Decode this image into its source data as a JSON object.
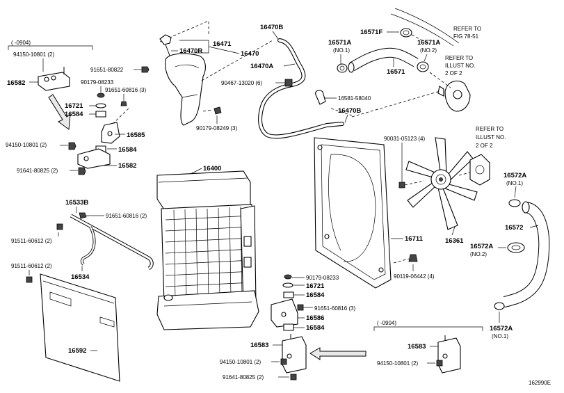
{
  "diagram": {
    "id": "162990E",
    "refs": {
      "fig": [
        "REFER TO",
        "FIG 78-51"
      ],
      "illust_top": [
        "REFER TO",
        "ILLUST NO.",
        "2 OF 2"
      ],
      "illust_mid": [
        "REFER TO",
        "ILLUST NO.",
        "2 OF 2"
      ],
      "date_top": "( -0904)",
      "date_bottom": "( -0904)"
    },
    "labels": {
      "p94150_top": "94150-10801 (2)",
      "p16582_top": "16582",
      "p91651_80822": "91651-80822",
      "p90179_top": "90179-08233",
      "p91651_60816_top": "91651-60816 (3)",
      "p16721_top": "16721",
      "p16584_top": "16584",
      "p16585": "16585",
      "p94150_mid": "94150-10801 (2)",
      "p16584_mid": "16584",
      "p91641_top": "91641-80825 (2)",
      "p16582_mid": "16582",
      "p16470R": "16470R",
      "p16471": "16471",
      "p16470": "16470",
      "p16470B_top": "16470B",
      "p16470A": "16470A",
      "p90467": "90467-13020 (6)",
      "p90179_mid": "90179-08249 (3)",
      "p16571F": "16571F",
      "p16571A_1": "16571A",
      "p16571A_1_sub": "(NO.1)",
      "p16571A_2": "16571A",
      "p16571A_2_sub": "(NO.2)",
      "p16571": "16571",
      "p16581": "16581-58040",
      "p16470B_mid": "16470B",
      "p16400": "16400",
      "p90031": "90031-05123 (4)",
      "p16711": "16711",
      "p16361": "16361",
      "p90119": "90119-06442 (4)",
      "p16572A_1": "16572A",
      "p16572A_1_sub": "(NO.1)",
      "p16572": "16572",
      "p16572A_2": "16572A",
      "p16572A_2_sub": "(NO.2)",
      "p16572A_3": "16572A",
      "p16572A_3_sub": "(NO.1)",
      "p16533B": "16533B",
      "p91651_60816_left": "91651-60816 (2)",
      "p91511_top": "91511-60612 (2)",
      "p91511_bottom": "91511-60612 (2)",
      "p16534": "16534",
      "p16592": "16592",
      "p90179_bot": "90179-08233",
      "p16721_bot": "16721",
      "p16584_bot1": "16584",
      "p91651_60816_bot": "91651-60816 (3)",
      "p16586": "16586",
      "p16584_bot2": "16584",
      "p16583_left": "16583",
      "p94150_bot_left": "94150-10801 (2)",
      "p91641_bot": "91641-80825 (2)",
      "p16583_right": "16583",
      "p94150_bot_right": "94150-10801 (2)"
    }
  }
}
